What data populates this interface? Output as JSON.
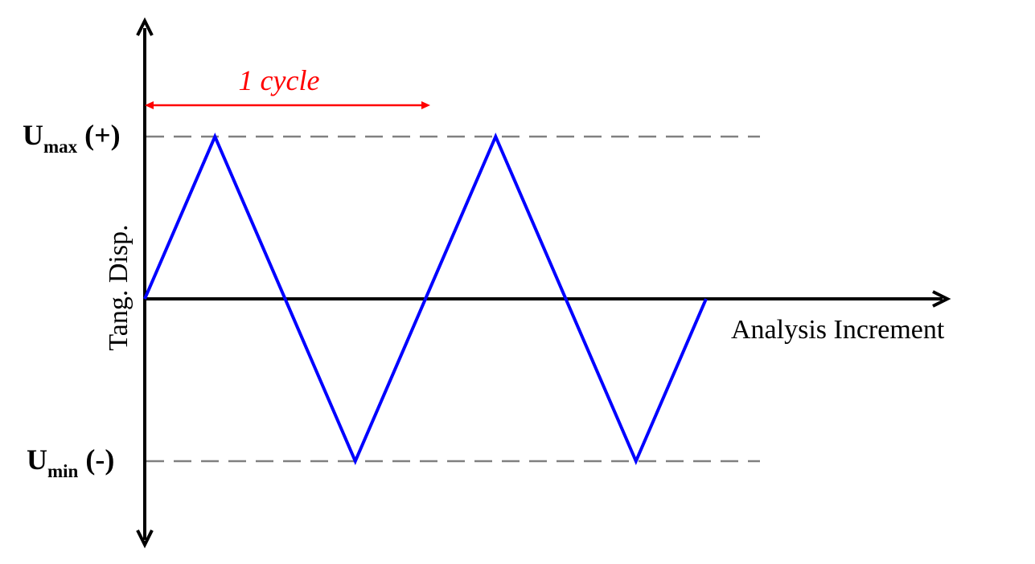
{
  "diagram": {
    "x_axis_label": "Analysis Increment",
    "y_axis_label": "Tang. Disp.",
    "upper_level": {
      "symbol": "U",
      "subscript": "max",
      "suffix": " (+)"
    },
    "lower_level": {
      "symbol": "U",
      "subscript": "min",
      "suffix": " (-)"
    },
    "cycle_annotation": "1 cycle",
    "colors": {
      "axes": "#000000",
      "signal": "#0000ff",
      "reference_lines": "#808080",
      "annotation": "#ff0000"
    }
  },
  "chart_data": {
    "type": "line",
    "xlabel": "Analysis Increment",
    "ylabel": "Tang. Disp.",
    "x_unit": "cycles",
    "series": [
      {
        "x": [
          0,
          0.25,
          0.75,
          1.25,
          1.75,
          2.0
        ],
        "y": [
          0,
          1,
          -1,
          1,
          -1,
          0
        ]
      }
    ],
    "reference_levels": [
      1,
      -1
    ],
    "cycle_span": [
      0,
      1
    ]
  }
}
